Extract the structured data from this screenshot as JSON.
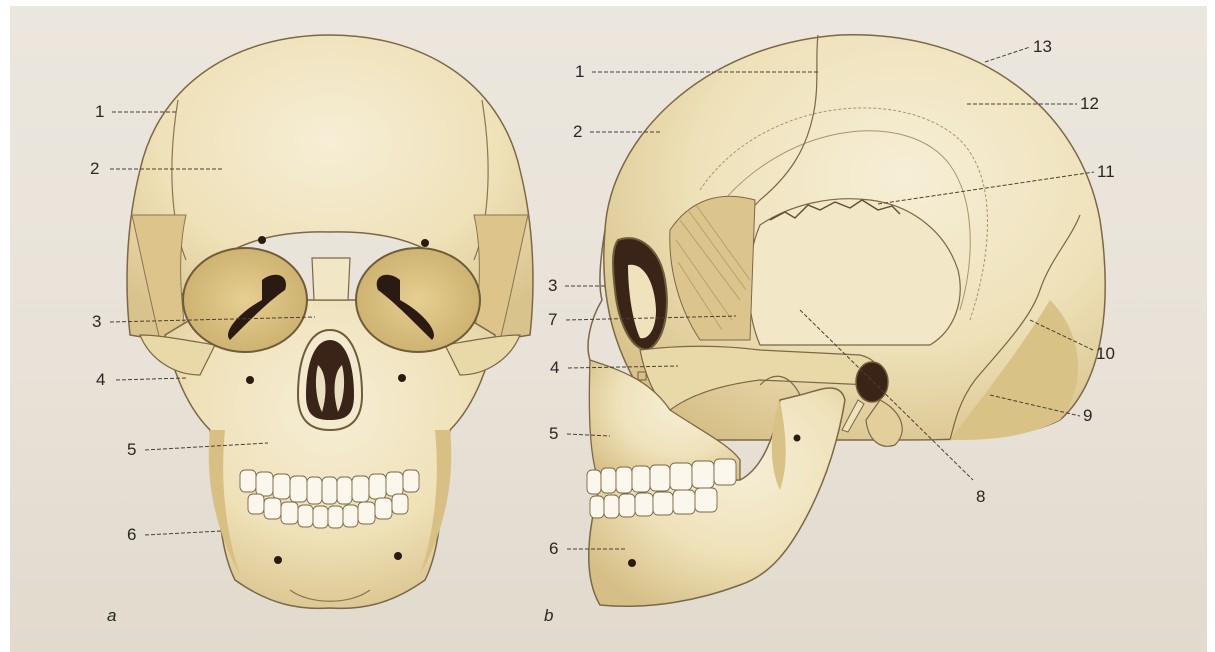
{
  "figure": {
    "panel_a": {
      "letter": "a",
      "labels": [
        "1",
        "2",
        "3",
        "4",
        "5",
        "6"
      ]
    },
    "panel_b": {
      "letter": "b",
      "labels": [
        "1",
        "2",
        "3",
        "7",
        "4",
        "5",
        "6",
        "8",
        "9",
        "10",
        "11",
        "12",
        "13"
      ]
    }
  },
  "colors": {
    "background": "#e9e4da",
    "bone": "#efe3bf",
    "bone_shadow": "#d8c28a",
    "outline": "#6b5a40",
    "cavity": "#2a1a12"
  }
}
